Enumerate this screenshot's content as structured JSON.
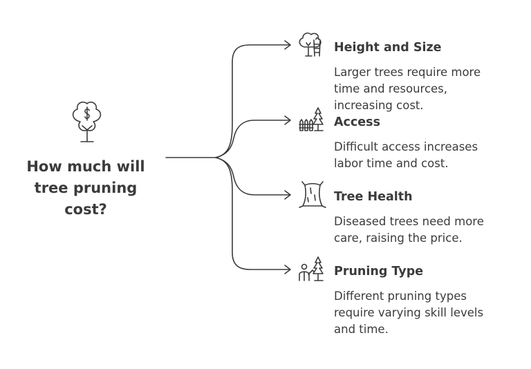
{
  "central": {
    "icon": "money-tree-icon",
    "title_lines": [
      "How much will",
      "tree pruning",
      "cost?"
    ]
  },
  "branches": [
    {
      "icon": "tree-ladder-icon",
      "title": "Height and Size",
      "description_lines": [
        "Larger trees require more",
        "time and resources,",
        "increasing cost."
      ]
    },
    {
      "icon": "fence-tree-icon",
      "title": "Access",
      "description_lines": [
        "Difficult access increases",
        "labor time and cost."
      ]
    },
    {
      "icon": "tree-stump-icon",
      "title": "Tree Health",
      "description_lines": [
        "Diseased trees need more",
        "care, raising the price."
      ]
    },
    {
      "icon": "gardener-tree-icon",
      "title": "Pruning Type",
      "description_lines": [
        "Different pruning types",
        "require varying skill levels",
        "and time."
      ]
    }
  ],
  "colors": {
    "stroke": "#3a3a3a",
    "text": "#3b3b3b",
    "background": "#ffffff"
  }
}
